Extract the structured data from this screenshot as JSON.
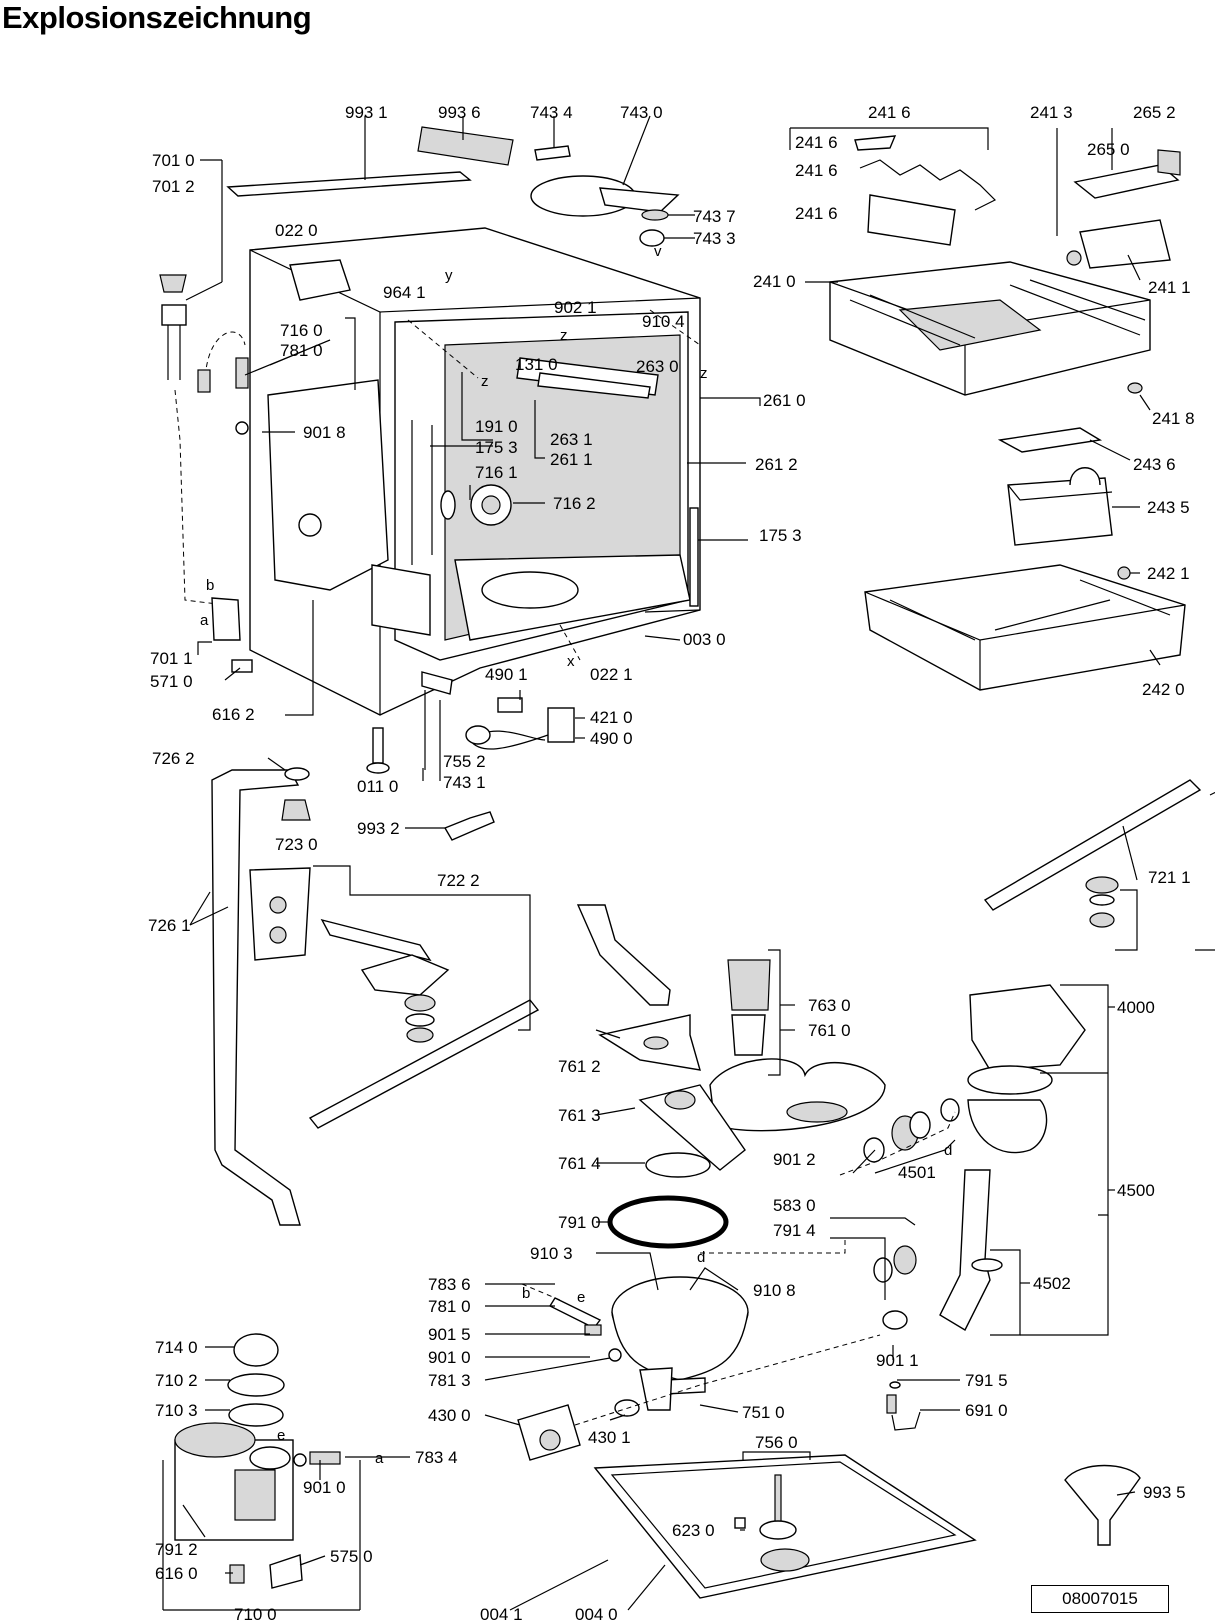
{
  "title": "Explosionszeichnung",
  "doc_number": "08007015",
  "callouts": {
    "c9931": "993 1",
    "c9936": "993 6",
    "c7434": "743 4",
    "c7430": "743 0",
    "c2416a": "241 6",
    "c2416b": "241 6",
    "c2416c": "241 6",
    "c2416d": "241 6",
    "c2413": "241 3",
    "c2652": "265 2",
    "c2650": "265 0",
    "c2410": "241 0",
    "c2411": "241 1",
    "c7010": "701 0",
    "c7012": "701 2",
    "c0220": "022 0",
    "c7437": "743 7",
    "c7433": "743 3",
    "c9641": "964 1",
    "c9021": "902 1",
    "c9104": "910 4",
    "c1310": "131 0",
    "c2630": "263 0",
    "c7160": "716 0",
    "c7810": "781 0",
    "c9018": "901 8",
    "c2610": "261 0",
    "c2418": "241 8",
    "c1910": "191 0",
    "c1753a": "175 3",
    "c2631": "263 1",
    "c2611": "261 1",
    "c2612": "261 2",
    "c2436": "243 6",
    "c7161": "716 1",
    "c7162": "716 2",
    "c2435": "243 5",
    "c1753b": "175 3",
    "c2421": "242 1",
    "c7011": "701 1",
    "c5710": "571 0",
    "c0030": "003 0",
    "c4901": "490 1",
    "c0221": "022 1",
    "c4210": "421 0",
    "c6162": "616 2",
    "c4900": "490 0",
    "c2420": "242 0",
    "c7552": "755 2",
    "c7262": "726 2",
    "c0110": "011 0",
    "c7431": "743 1",
    "c9932": "993 2",
    "c7230": "723 0",
    "c7211": "721 1",
    "c7222": "722 2",
    "c7261": "726 1",
    "c7630": "763 0",
    "c7610": "761 0",
    "c4000": "4000",
    "c7612": "761 2",
    "c7613": "761 3",
    "c9012": "901 2",
    "c4501": "4501",
    "c7614": "761 4",
    "c4500": "4500",
    "c7910": "791 0",
    "c5830": "583 0",
    "c7914": "791 4",
    "c9103": "910 3",
    "c7836": "783 6",
    "c9108": "910 8",
    "c4502": "4502",
    "c7810b": "781 0",
    "c7140": "714 0",
    "c9015": "901 5",
    "c9010": "901 0",
    "c7102": "710 2",
    "c7813": "781 3",
    "c9011": "901 1",
    "c7510": "751 0",
    "c7915": "791 5",
    "c7103": "710 3",
    "c4300": "430 0",
    "c4301": "430 1",
    "c6910": "691 0",
    "c7834": "783 4",
    "c7560": "756 0",
    "c9935": "993 5",
    "c9010b": "901 0",
    "c6230": "623 0",
    "c7912": "791 2",
    "c5750": "575 0",
    "c6160": "616 0",
    "c7100": "710 0",
    "c0041": "004 1",
    "c0040": "004 0"
  },
  "letters": {
    "b1": "b",
    "a1": "a",
    "z1": "z",
    "z2": "z",
    "z3": "z",
    "x1": "x",
    "y1": "y",
    "v1": "v",
    "d1": "d",
    "d2": "d",
    "e1": "e",
    "b2": "b",
    "e2": "e",
    "a2": "a"
  }
}
